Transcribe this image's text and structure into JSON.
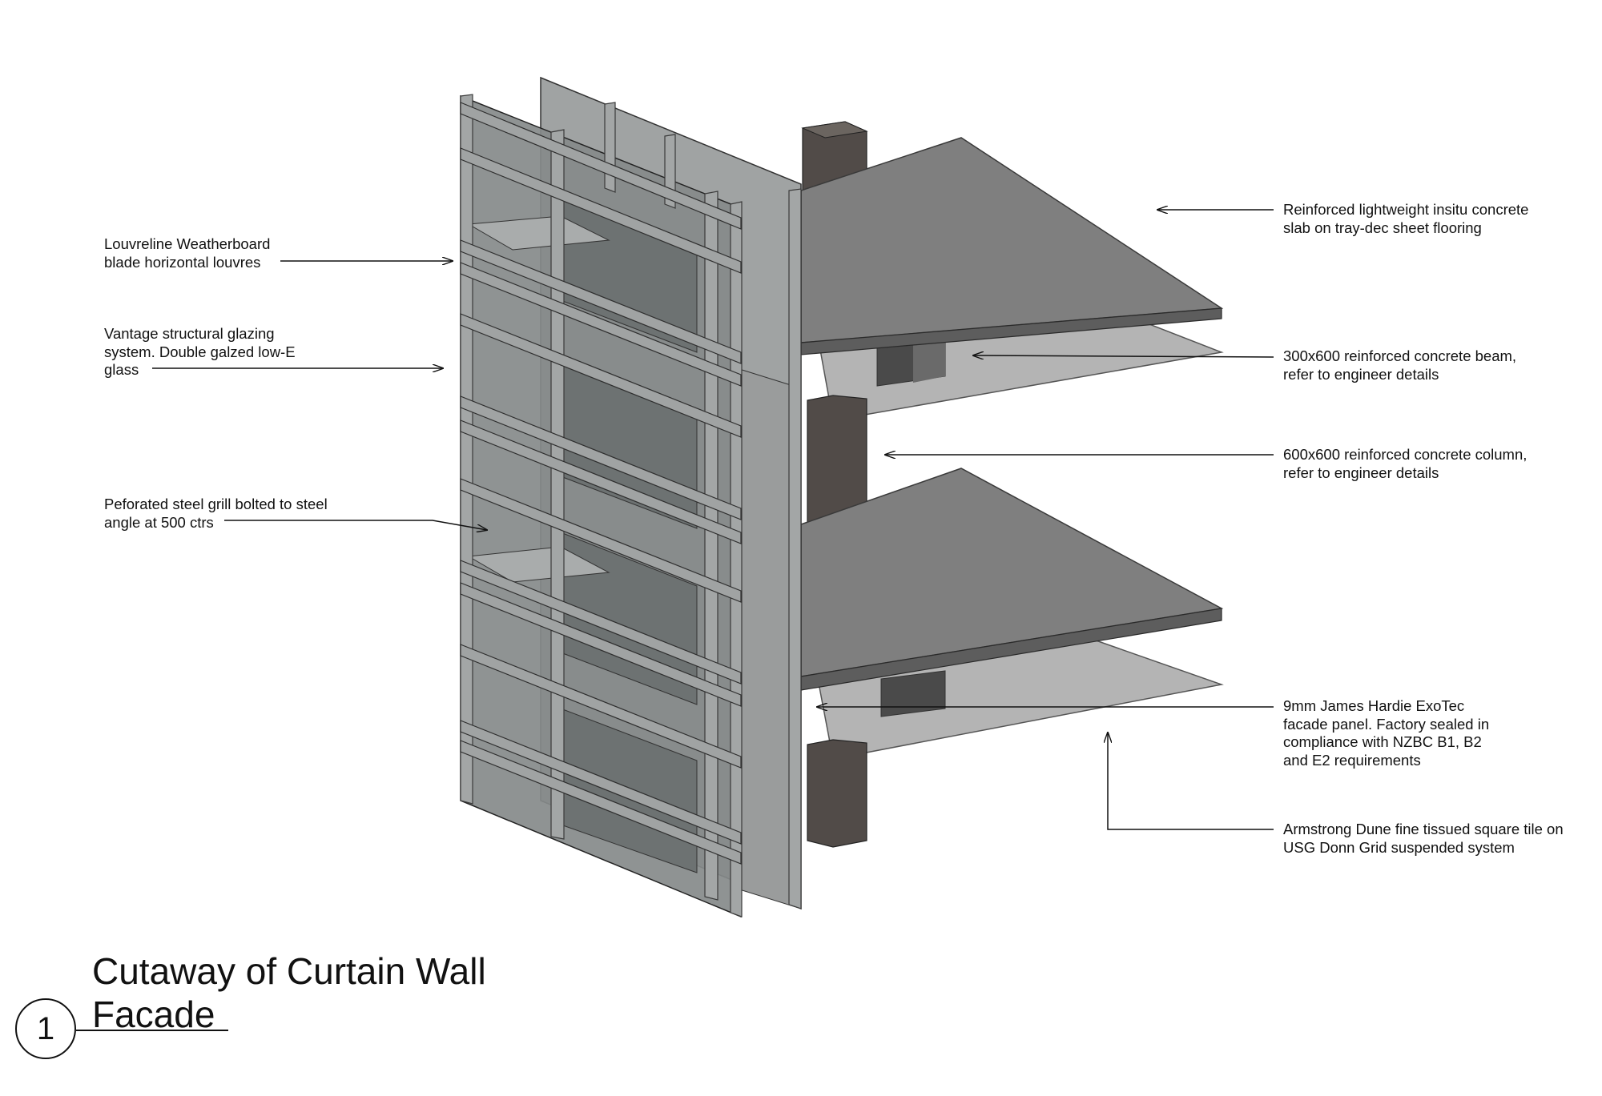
{
  "drawing": {
    "title_line1": "Cutaway of Curtain Wall",
    "title_line2": "Facade",
    "view_number": "1",
    "colors": {
      "slab_top": "#7f7f7f",
      "slab_edge": "#5d5d5d",
      "ceiling": "#b4b4b4",
      "column": "#4d4845",
      "glass": "#8a8f8f",
      "frame": "#9a9a9a",
      "leader": "#111111"
    }
  },
  "annotations_left": [
    {
      "lines": [
        "Louvreline Weatherboard",
        "blade horizontal louvres"
      ]
    },
    {
      "lines": [
        "Vantage structural glazing",
        "system. Double galzed low-E",
        "glass"
      ]
    },
    {
      "lines": [
        "Peforated steel grill bolted to steel",
        "angle at 500 ctrs"
      ]
    }
  ],
  "annotations_right": [
    {
      "lines": [
        "Reinforced lightweight insitu concrete",
        "slab on tray-dec sheet flooring"
      ]
    },
    {
      "lines": [
        "300x600 reinforced concrete beam,",
        "refer to engineer details"
      ]
    },
    {
      "lines": [
        "600x600 reinforced concrete column,",
        "refer to engineer details"
      ]
    },
    {
      "lines": [
        "9mm James Hardie ExoTec",
        "facade panel. Factory sealed in",
        "compliance with NZBC B1, B2",
        "and E2 requirements"
      ]
    },
    {
      "lines": [
        "Armstrong Dune fine tissued square tile on",
        "USG Donn Grid suspended system"
      ]
    }
  ]
}
